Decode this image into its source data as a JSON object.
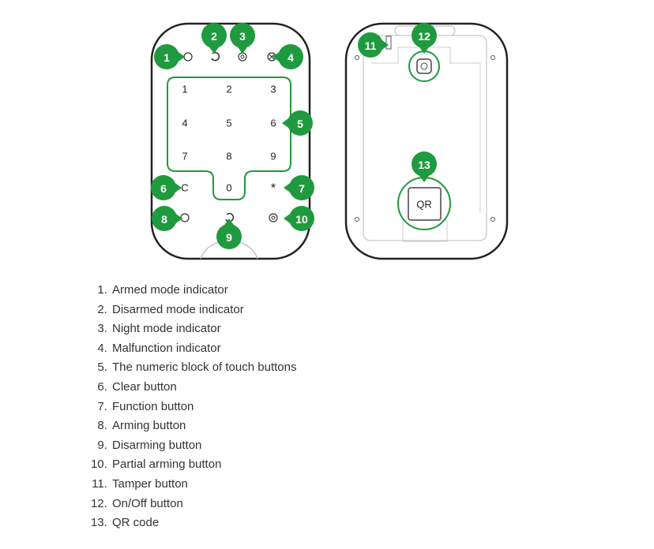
{
  "colors": {
    "marker": "#1f9a3e",
    "outline": "#222222"
  },
  "front": {
    "keys": [
      "1",
      "2",
      "3",
      "4",
      "5",
      "6",
      "7",
      "8",
      "9",
      "0"
    ],
    "clear": "C",
    "function": "*"
  },
  "back": {
    "qr": "QR"
  },
  "markers": [
    "1",
    "2",
    "3",
    "4",
    "5",
    "6",
    "7",
    "8",
    "9",
    "10",
    "11",
    "12",
    "13"
  ],
  "legend": [
    "Armed mode indicator",
    "Disarmed mode indicator",
    "Night mode indicator",
    "Malfunction indicator",
    "The numeric block of touch buttons",
    "Clear button",
    "Function button",
    "Arming button",
    "Disarming button",
    "Partial arming button",
    "Tamper button",
    "On/Off button",
    "QR code"
  ]
}
